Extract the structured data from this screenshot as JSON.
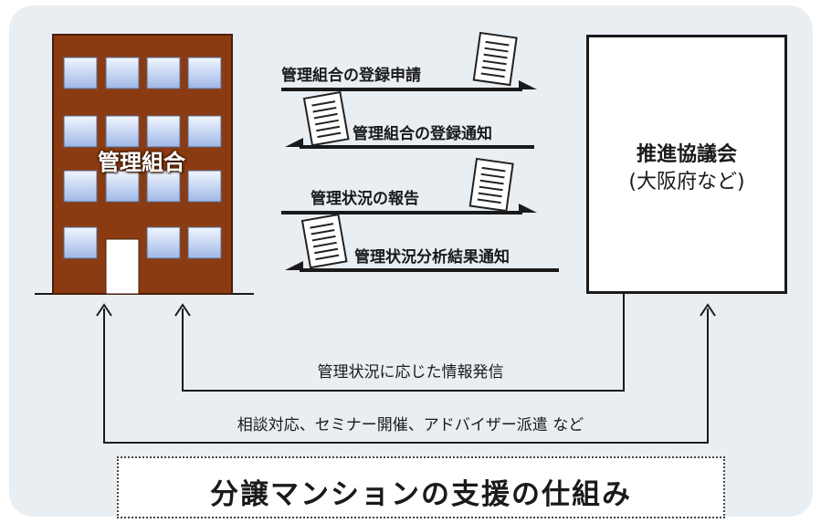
{
  "building": {
    "label": "管理組合"
  },
  "organization": {
    "name": "推進協議会",
    "sub": "(大阪府など)"
  },
  "flows": [
    {
      "label": "管理組合の登録申請"
    },
    {
      "label": "管理組合の登録通知"
    },
    {
      "label": "管理状況の報告"
    },
    {
      "label": "管理状況分析結果通知"
    }
  ],
  "support": {
    "info_label": "管理状況に応じた情報発信",
    "consult_label": "相談対応、セミナー開催、アドバイザー派遣 など"
  },
  "title": "分譲マンションの支援の仕組み",
  "colors": {
    "building": "#8b3b12",
    "window": "#c9d9f4",
    "panel": "#e9eef3",
    "line": "#1a1a1a"
  },
  "icons": [
    "building-icon",
    "document-icon"
  ]
}
